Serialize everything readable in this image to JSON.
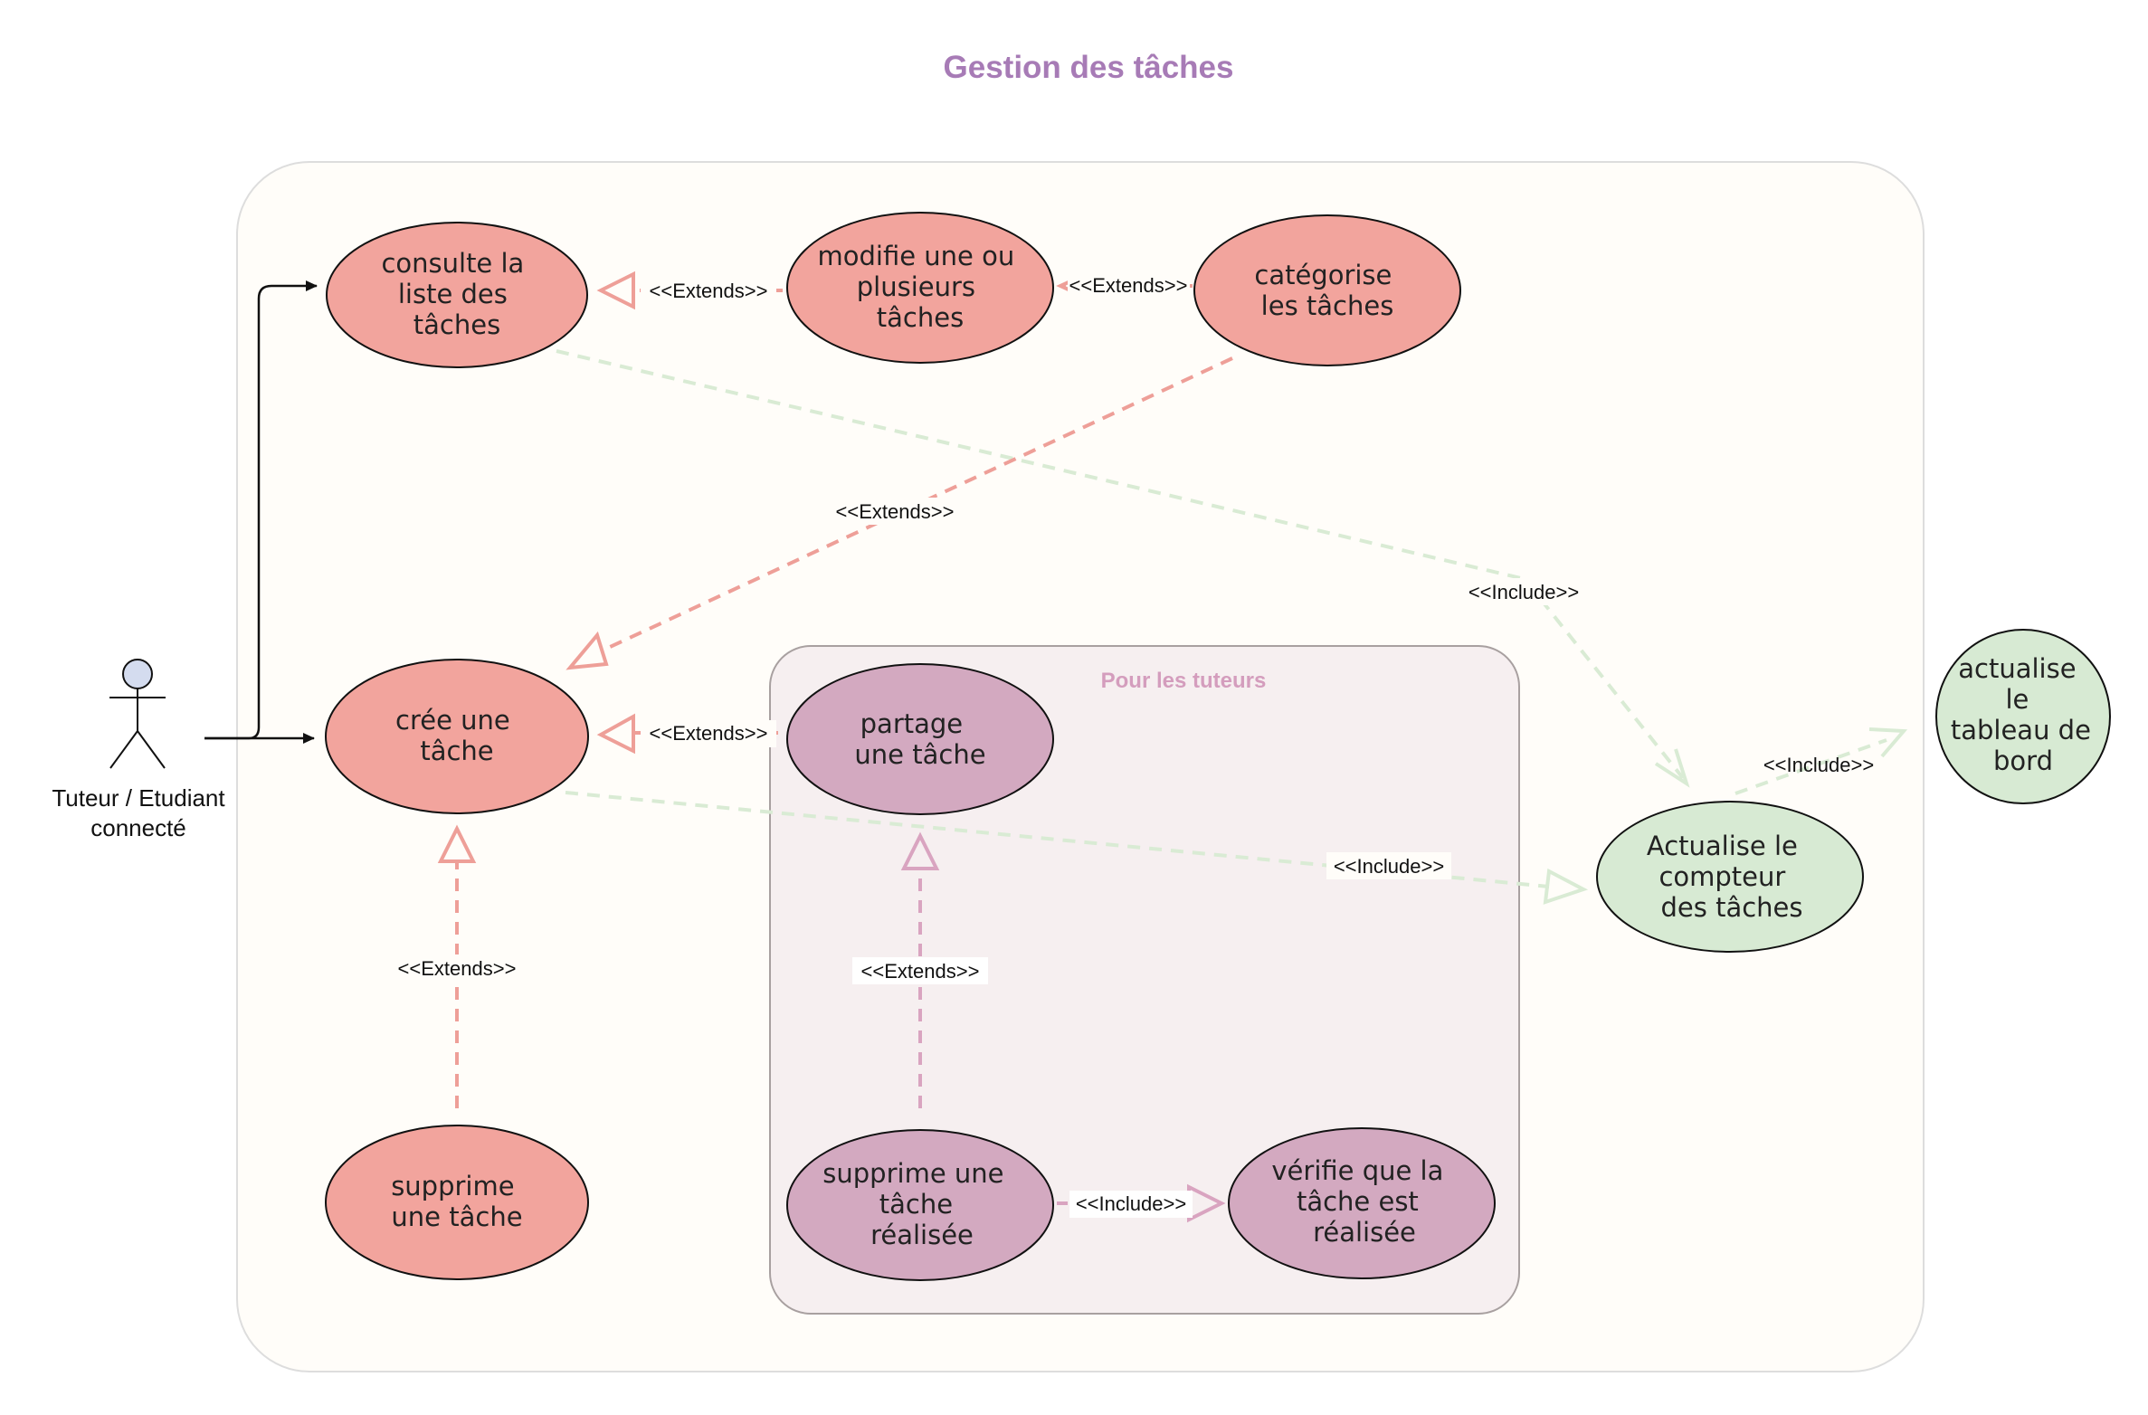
{
  "title": "Gestion des tâches",
  "colors": {
    "title": "#a77bb6",
    "system_fill": "#fffdf9",
    "system_stroke": "#dddddd",
    "group_fill": "#f6eff0",
    "group_stroke": "#a8a0a0",
    "group_title": "#d49dbd",
    "uc_red": "#f2a49d",
    "uc_purple": "#d3a9c0",
    "uc_green": "#d7ead3",
    "line_red": "#ee9f98",
    "line_purple": "#d9a4c0",
    "line_green": "#d9ebd4",
    "actor_head": "#d4dcef"
  },
  "actor": {
    "line1": "Tuteur / Etudiant",
    "line2": "connecté"
  },
  "group": {
    "title": "Pour les  tuteurs"
  },
  "use_cases": {
    "consulte": [
      "consulte la",
      "liste des",
      "tâches"
    ],
    "modifie": [
      "modifie une ou",
      "plusieurs",
      "tâches"
    ],
    "categorise": [
      "catégorise",
      "les tâches"
    ],
    "cree": [
      "crée une",
      "tâche"
    ],
    "partage": [
      "partage",
      "une tâche"
    ],
    "supprime": [
      "supprime",
      "une tâche"
    ],
    "supprime_realisee": [
      "supprime une",
      "tâche",
      "réalisée"
    ],
    "verifie": [
      "vérifie que la",
      "tâche est",
      "réalisée"
    ],
    "compteur": [
      "Actualise le",
      "compteur",
      "des tâches"
    ],
    "tableau": [
      "actualise",
      "le",
      "tableau de",
      "bord"
    ]
  },
  "relations": {
    "consulte_modifie": "<<Extends>>",
    "modifie_categorise": "<<Extends>>",
    "categorise_cree": "<<Extends>>",
    "partage_cree": "<<Extends>>",
    "supprime_cree": "<<Extends>>",
    "supprime_realisee_partage": "<<Extends>>",
    "supprime_realisee_verifie": "<<Include>>",
    "consulte_compteur": "<<Include>>",
    "cree_compteur": "<<Include>>",
    "compteur_tableau": "<<Include>>"
  }
}
